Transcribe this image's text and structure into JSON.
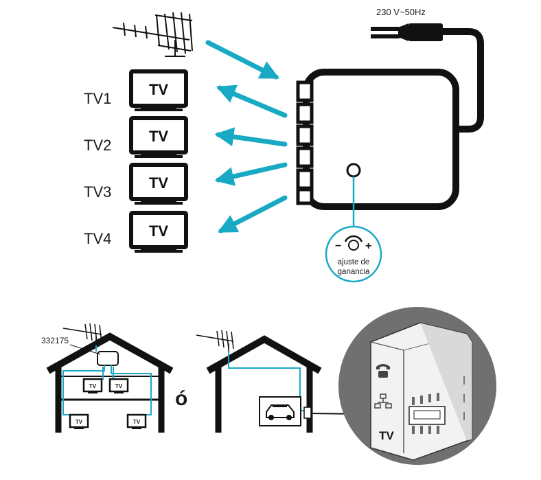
{
  "power": {
    "label": "230 V~50Hz"
  },
  "tv_labels": [
    "TV1",
    "TV2",
    "TV3",
    "TV4"
  ],
  "tv_screen_text": "TV",
  "gain": {
    "minus": "−",
    "plus": "+",
    "line1": "ajuste de",
    "line2": "ganancia"
  },
  "house": {
    "model": "332175"
  },
  "or_label": "ó",
  "colors": {
    "accent": "#18a9c4",
    "ink": "#111111",
    "cabinet": "#707070"
  }
}
